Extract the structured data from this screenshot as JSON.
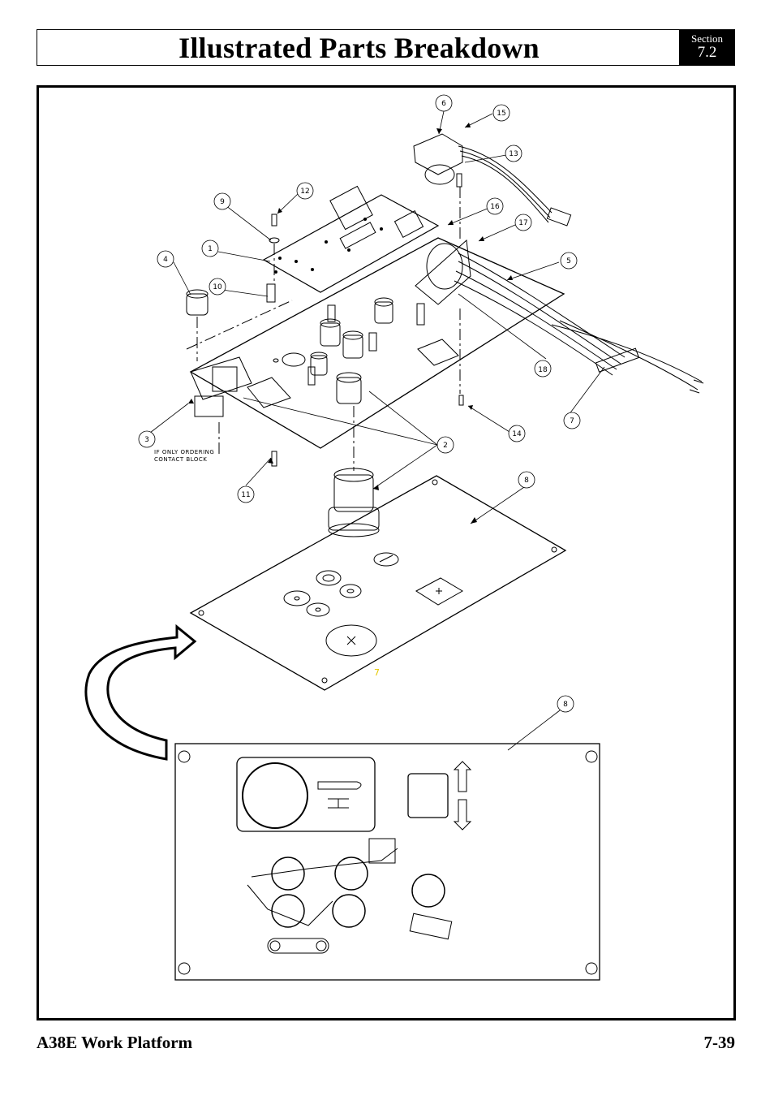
{
  "header": {
    "title": "Illustrated Parts Breakdown",
    "section_label": "Section",
    "section_number": "7.2"
  },
  "figure": {
    "callouts": [
      "1",
      "2",
      "3",
      "4",
      "5",
      "6",
      "7",
      "8",
      "9",
      "10",
      "11",
      "12",
      "13",
      "14",
      "15",
      "16",
      "17",
      "18"
    ],
    "note_line1": "IF ONLY ORDERING",
    "note_line2": "CONTACT BLOCK",
    "stray_label": "7"
  },
  "footer": {
    "left": "A38E Work Platform",
    "right": "7-39"
  }
}
